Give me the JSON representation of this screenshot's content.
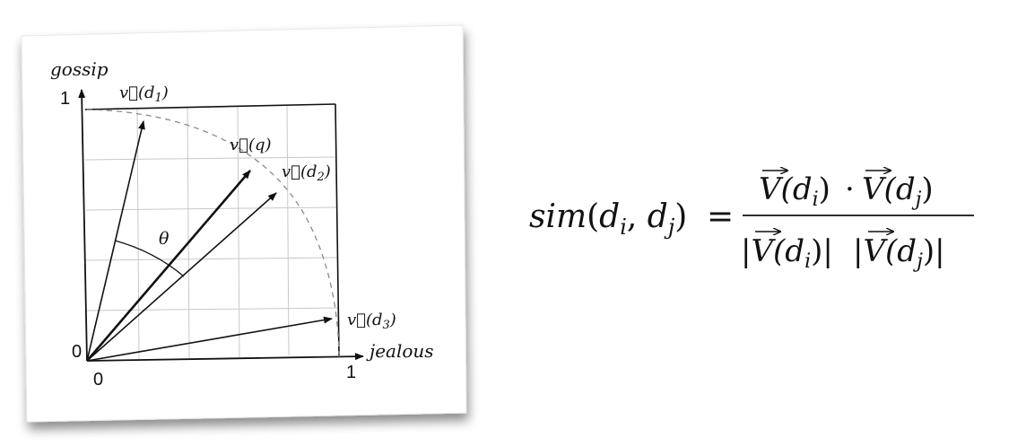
{
  "diagram": {
    "y_axis_label": "gossip",
    "x_axis_label": "jealous",
    "y_tick_top": "1",
    "y_tick_origin": "0",
    "x_tick_origin": "0",
    "x_tick_right": "1",
    "angle_label": "θ",
    "vectors": [
      {
        "name": "d1",
        "label_main": "v⃗(d",
        "label_sub": "1",
        "label_close": ")"
      },
      {
        "name": "q",
        "label_main": "v⃗(q)",
        "label_sub": "",
        "label_close": ""
      },
      {
        "name": "d2",
        "label_main": "v⃗(d",
        "label_sub": "2",
        "label_close": ")"
      },
      {
        "name": "d3",
        "label_main": "v⃗(d",
        "label_sub": "3",
        "label_close": ")"
      }
    ]
  },
  "formula": {
    "lhs_func": "sim",
    "lhs_open": "(",
    "lhs_d1": "d",
    "lhs_i": "i",
    "lhs_comma": ", ",
    "lhs_d2": "d",
    "lhs_j": "j",
    "lhs_close": ")",
    "equals": "=",
    "num_text": "V(d",
    "num_sub_i": "i",
    "num_close": ")",
    "dot": "·",
    "num_sub_j": "j",
    "den_bar": "|",
    "den_sub_i": "i",
    "den_sub_j": "j"
  },
  "colors": {
    "ink": "#111111",
    "grid": "#c8c8c8",
    "arc": "#8a8a8a",
    "card": "#ffffff",
    "shadow": "#9a9a9a"
  }
}
